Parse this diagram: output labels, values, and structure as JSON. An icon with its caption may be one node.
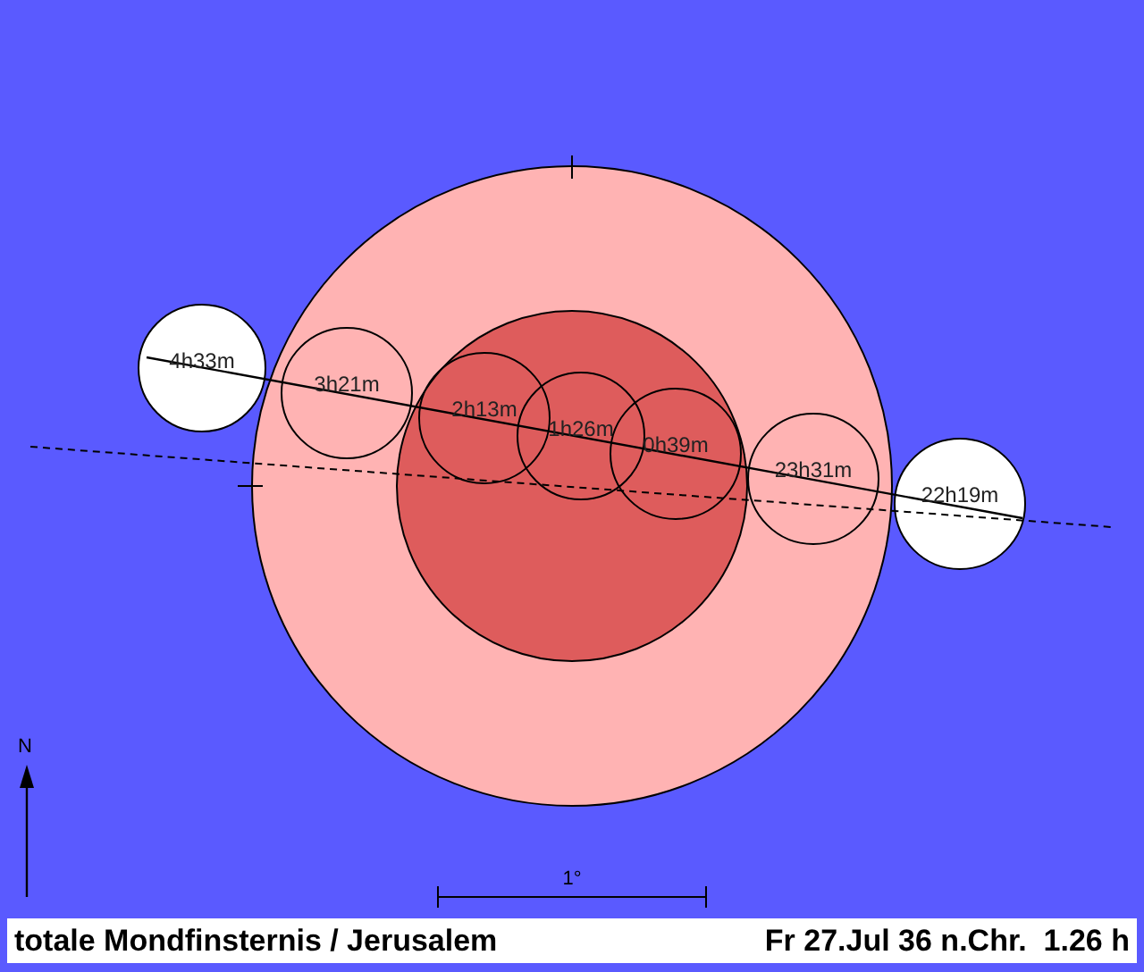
{
  "diagram": {
    "nodes": [
      {
        "text": [
          "4h33m"
        ]
      },
      {
        "text": [
          "3h21m"
        ]
      },
      {
        "text": [
          "2h13m"
        ]
      },
      {
        "text": [
          "1h26m"
        ]
      },
      {
        "text": [
          "0h39m"
        ]
      },
      {
        "text": [
          "23h31m"
        ]
      },
      {
        "text": [
          "22h19m"
        ]
      }
    ],
    "labels": [
      "N",
      "1°",
      "totale Mondfinsternis / Jerusalem",
      "Fr 27.Jul 36 n.Chr.  1.26 h"
    ]
  }
}
